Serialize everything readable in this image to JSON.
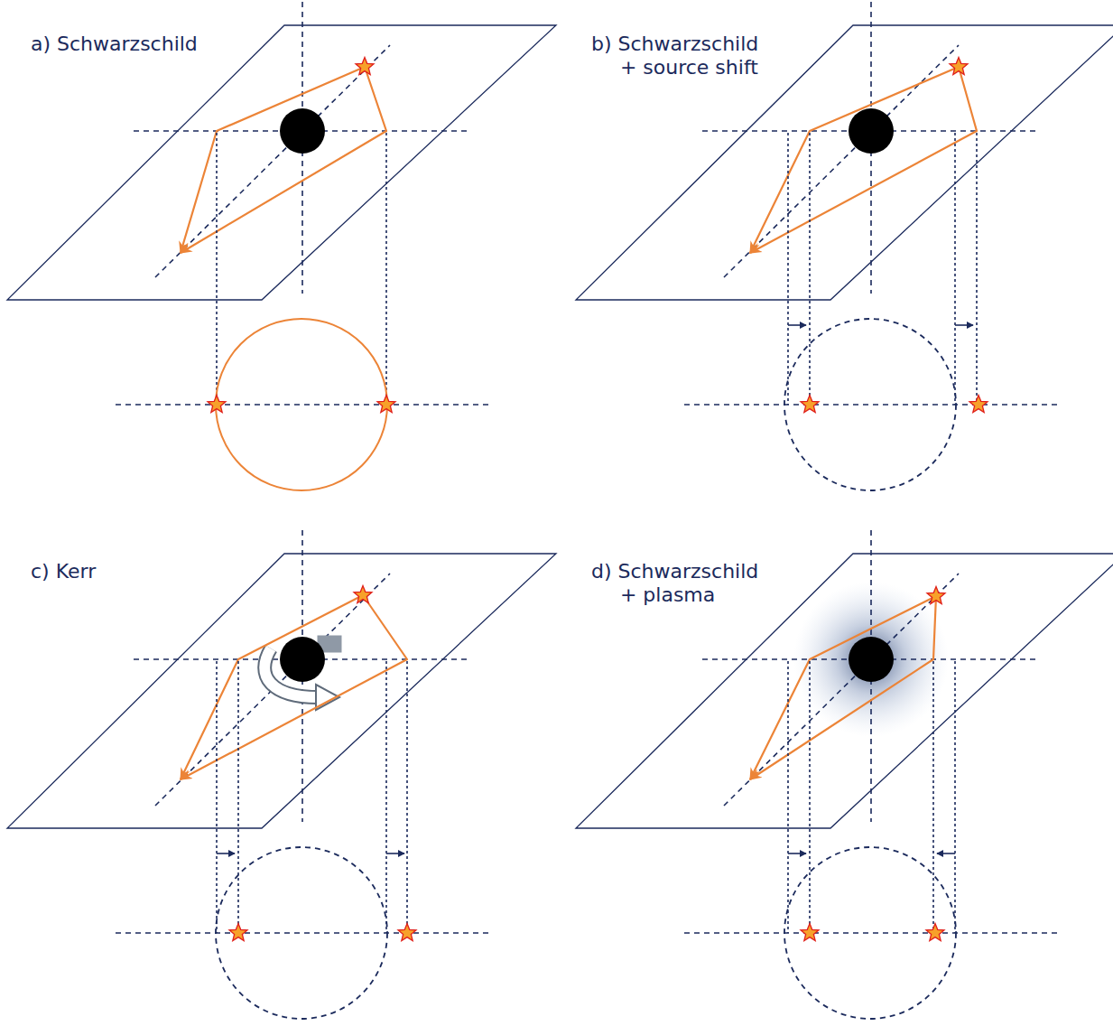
{
  "diagram": {
    "labels": [
      "a) Schwarzschild",
      "b) Schwarzschild + source shift",
      "c) Kerr",
      "d) Schwarzschild + plasma"
    ]
  }
}
